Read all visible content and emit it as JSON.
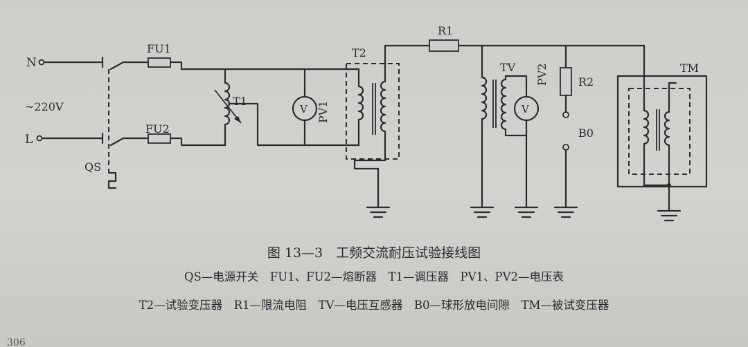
{
  "labels": {
    "n": "N",
    "l": "L",
    "voltage": "~220V",
    "fu1": "FU1",
    "fu2": "FU2",
    "qs": "QS",
    "t1": "T1",
    "t2": "T2",
    "r1": "R1",
    "r2": "R2",
    "tv": "TV",
    "pv1": "PV1",
    "pv2": "PV2",
    "b0": "B0",
    "tm": "TM",
    "v_symbol": "V"
  },
  "caption": {
    "title": "图 13—3　工频交流耐压试验接线图",
    "legend_line_1": "QS—电源开关　FU1、FU2—熔断器　T1—调压器　PV1、PV2—电压表",
    "legend_line_2": "T2—试验变压器　R1—限流电阻　TV—电压互感器　B0—球形放电间隙　TM—被试变压器"
  },
  "page_number": "306"
}
